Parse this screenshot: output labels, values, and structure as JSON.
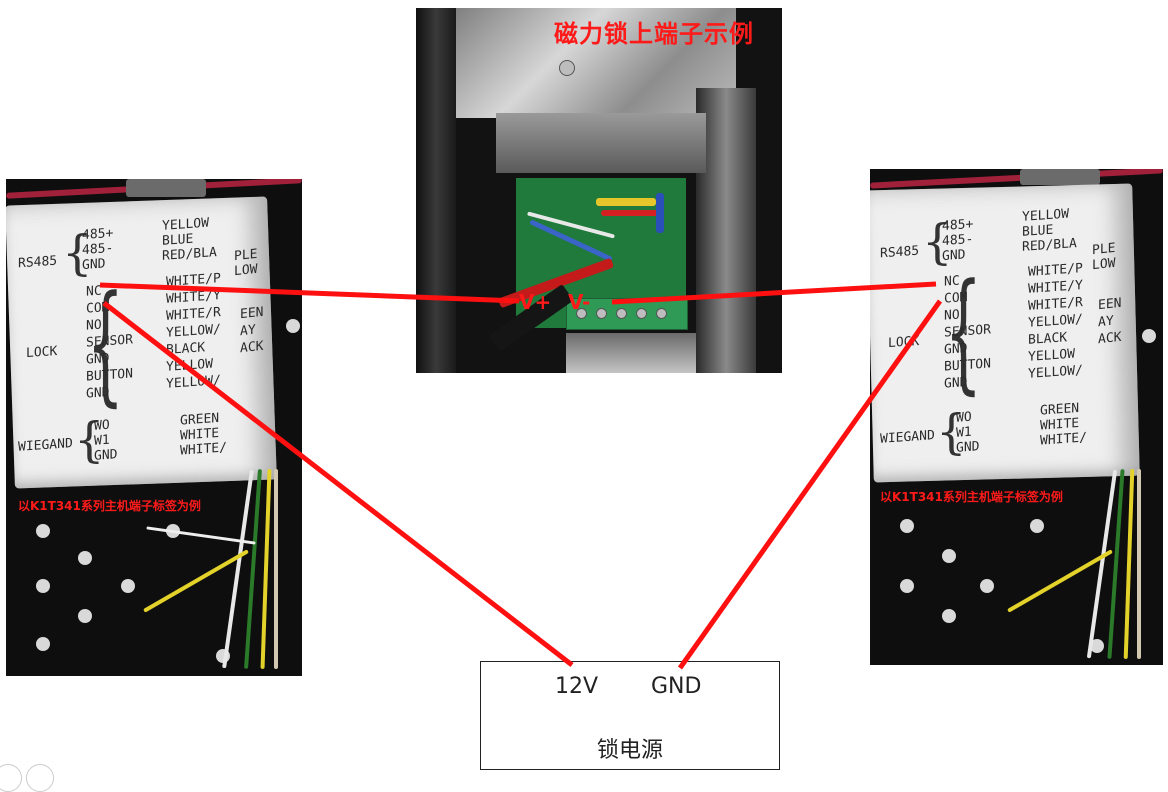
{
  "center_photo": {
    "title": "磁力锁上端子示例",
    "v_plus": "V+",
    "v_minus": "V-"
  },
  "controller_label": {
    "caption": "以K1T341系列主机端子标签为例",
    "groups": [
      {
        "name": "RS485",
        "pins": [
          "485+",
          "485-",
          "GND"
        ],
        "colors": [
          "YELLOW",
          "BLUE",
          "RED/BLA"
        ]
      },
      {
        "name": "LOCK",
        "pins": [
          "NC",
          "COM",
          "NO",
          "SENSOR",
          "GND",
          "BUTTON",
          "GND"
        ],
        "colors": [
          "WHITE/P",
          "WHITE/Y",
          "WHITE/R",
          "YELLOW/",
          "BLACK",
          "YELLOW",
          "YELLOW/"
        ]
      },
      {
        "name": "WIEGAND",
        "pins": [
          "WO",
          "W1",
          "GND"
        ],
        "colors": [
          "GREEN",
          "WHITE",
          "WHITE/"
        ]
      }
    ],
    "side_text": [
      "PLE",
      "LOW",
      "EEN",
      "AY",
      "ACK",
      "ACK"
    ]
  },
  "power_supply": {
    "pin_12v": "12V",
    "pin_gnd": "GND",
    "label": "锁电源"
  },
  "colors": {
    "wire": "#ff1010",
    "caption": "#ff1a1a"
  }
}
